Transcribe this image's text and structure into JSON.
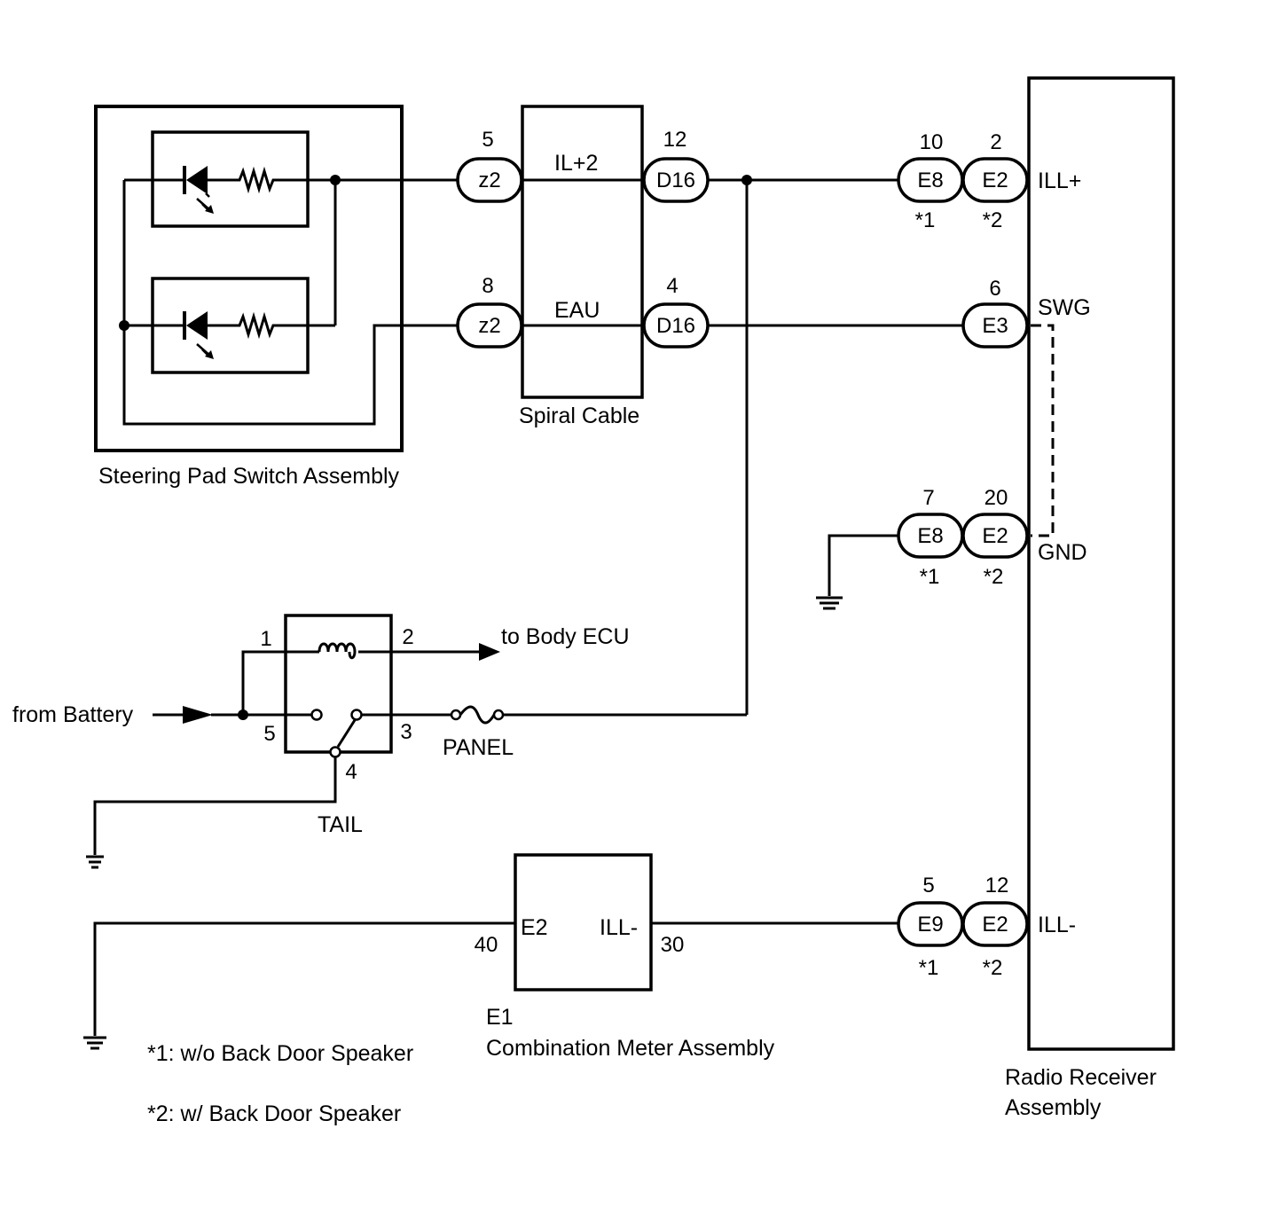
{
  "components": {
    "steering_pad": "Steering Pad Switch Assembly",
    "spiral_cable": "Spiral Cable",
    "radio_receiver_line1": "Radio Receiver",
    "radio_receiver_line2": "Assembly",
    "combination_meter_code": "E1",
    "combination_meter": "Combination Meter Assembly",
    "relay_tail": "TAIL",
    "fuse_panel": "PANEL",
    "from_battery": "from Battery",
    "to_body_ecu": "to Body ECU"
  },
  "spiral_signals": {
    "top": "IL+2",
    "bottom": "EAU"
  },
  "connectors": {
    "z2_top": {
      "code": "z2",
      "pin": "5"
    },
    "z2_bottom": {
      "code": "z2",
      "pin": "8"
    },
    "d16_top": {
      "code": "D16",
      "pin": "12"
    },
    "d16_bottom": {
      "code": "D16",
      "pin": "4"
    },
    "e8_ill": {
      "code": "E8",
      "pin": "10",
      "note": "*1"
    },
    "e2_ill": {
      "code": "E2",
      "pin": "2",
      "note": "*2"
    },
    "e3_swg": {
      "code": "E3",
      "pin": "6"
    },
    "e8_gnd": {
      "code": "E8",
      "pin": "7",
      "note": "*1"
    },
    "e2_gnd": {
      "code": "E2",
      "pin": "20",
      "note": "*2"
    },
    "e9_illm": {
      "code": "E9",
      "pin": "5",
      "note": "*1"
    },
    "e2_illm": {
      "code": "E2",
      "pin": "12",
      "note": "*2"
    }
  },
  "radio_terminals": {
    "ill_plus": "ILL+",
    "swg": "SWG",
    "gnd": "GND",
    "ill_minus": "ILL-"
  },
  "relay_pins": {
    "p1": "1",
    "p2": "2",
    "p3": "3",
    "p4": "4",
    "p5": "5"
  },
  "meter": {
    "left_terminal": "E2",
    "right_terminal": "ILL-",
    "left_pin": "40",
    "right_pin": "30"
  },
  "notes": {
    "n1": "*1: w/o Back Door Speaker",
    "n2": "*2: w/ Back Door Speaker"
  }
}
